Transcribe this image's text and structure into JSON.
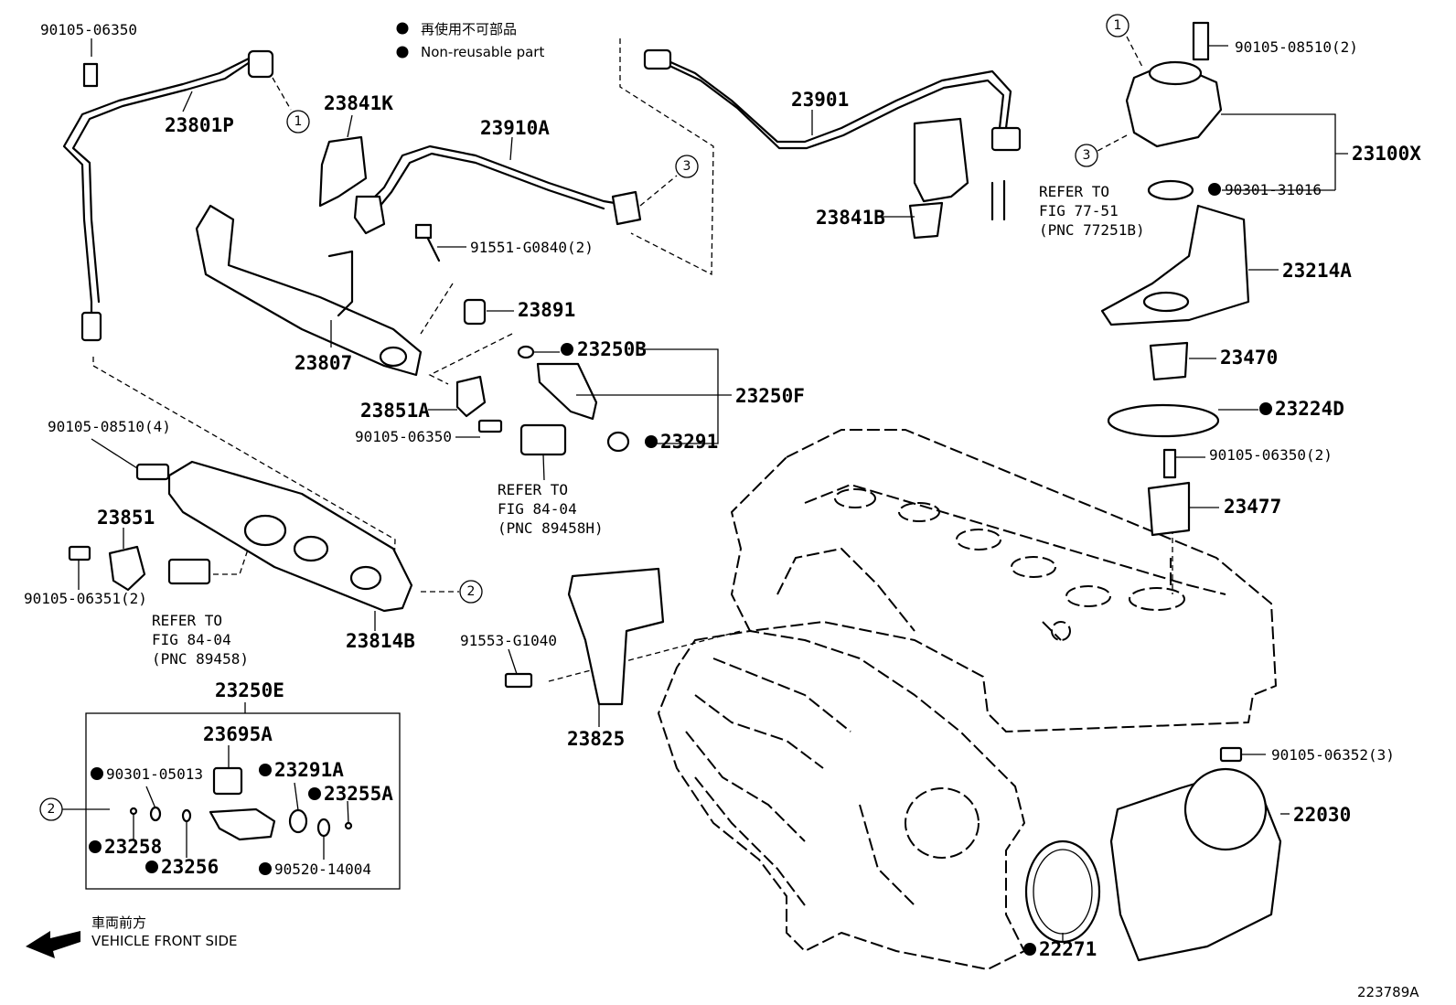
{
  "legend": {
    "ja": "再使用不可部品",
    "en": "Non-reusable part"
  },
  "direction": {
    "ja": "車両前方",
    "en": "VEHICLE FRONT SIDE"
  },
  "figure_code": "223789A",
  "circle_refs": [
    "1",
    "2",
    "3"
  ],
  "parts": {
    "p_90105_06350_top": "90105-06350",
    "p_23801P": "23801P",
    "p_23841K": "23841K",
    "p_23910A": "23910A",
    "p_23901": "23901",
    "p_23841B": "23841B",
    "p_90105_08510_2": "90105-08510(2)",
    "p_23100X": "23100X",
    "p_90301_31016": "90301-31016",
    "p_23214A": "23214A",
    "p_91551_G0840": "91551-G0840(2)",
    "p_23891": "23891",
    "p_23807": "23807",
    "p_23250B": "23250B",
    "p_23250F": "23250F",
    "p_23851A": "23851A",
    "p_90105_06350_mid": "90105-06350",
    "p_23291": "23291",
    "p_23470": "23470",
    "p_23224D": "23224D",
    "p_90105_06350_2": "90105-06350(2)",
    "p_23477": "23477",
    "p_90105_08510_4": "90105-08510(4)",
    "p_23851": "23851",
    "p_90105_06351": "90105-06351(2)",
    "p_23814B": "23814B",
    "p_91553_G1040": "91553-G1040",
    "p_23825": "23825",
    "p_23250E": "23250E",
    "p_23695A": "23695A",
    "p_90301_05013": "90301-05013",
    "p_23291A": "23291A",
    "p_23255A": "23255A",
    "p_23258": "23258",
    "p_23256": "23256",
    "p_90520_14004": "90520-14004",
    "p_90105_06352": "90105-06352(3)",
    "p_22030": "22030",
    "p_22271": "22271"
  },
  "references": {
    "ref_77_51": {
      "l1": "REFER TO",
      "l2": "FIG 77-51",
      "l3": "(PNC 77251B)"
    },
    "ref_84_04_h": {
      "l1": "REFER TO",
      "l2": "FIG 84-04",
      "l3": "(PNC 89458H)"
    },
    "ref_84_04": {
      "l1": "REFER TO",
      "l2": "FIG 84-04",
      "l3": "(PNC 89458)"
    }
  }
}
